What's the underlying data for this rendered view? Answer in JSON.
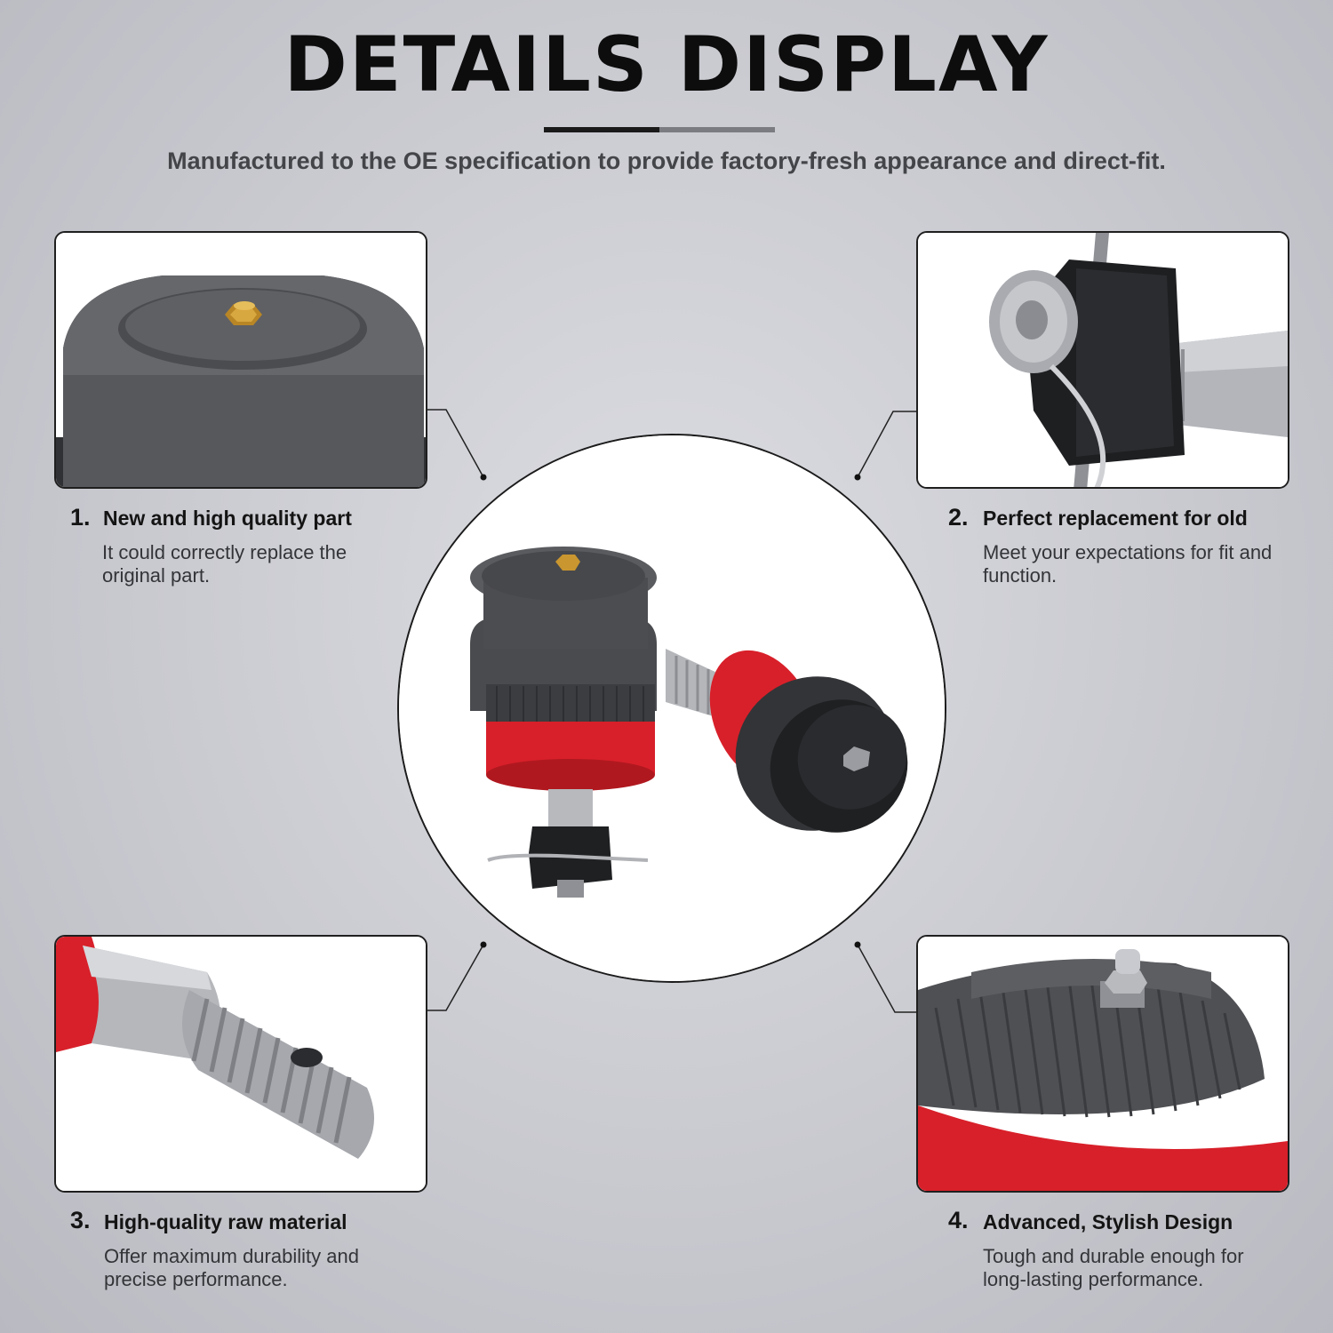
{
  "header": {
    "title": "DETAILS DISPLAY",
    "subtitle": "Manufactured to the OE specification to provide factory-fresh appearance and direct-fit."
  },
  "features": [
    {
      "number": "1.",
      "title": "New and high quality part",
      "description": "It could correctly replace the original part."
    },
    {
      "number": "2.",
      "title": "Perfect replacement for old",
      "description": "Meet your expectations for fit and function."
    },
    {
      "number": "3.",
      "title": "High-quality raw material",
      "description": "Offer maximum durability and precise performance."
    },
    {
      "number": "4.",
      "title": "Advanced, Stylish Design",
      "description": "Tough and durable enough for long-lasting performance."
    }
  ],
  "images": {
    "panel_1": "grease-cap-closeup",
    "panel_2": "castle-nut-and-cotter-pin",
    "panel_3": "threaded-stud-closeup",
    "panel_4": "knurled-housing-with-grease-fitting",
    "center": "ball-joint-pair"
  },
  "colors": {
    "accent_red": "#d8202a",
    "body_gray": "#4a4b4f",
    "metal": "#b7b9bd",
    "brass": "#c9962f"
  }
}
